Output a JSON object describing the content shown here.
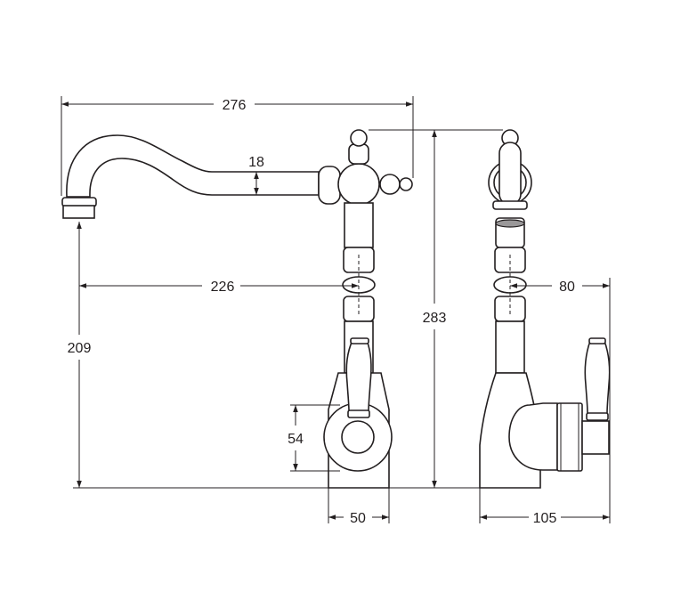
{
  "diagram": {
    "line_color": "#231f20",
    "background": "#ffffff",
    "views": [
      "front-view",
      "side-view"
    ],
    "dimensions": {
      "overall_width": "276",
      "spout_thickness": "18",
      "spout_reach": "226",
      "overall_height": "283",
      "spout_height": "209",
      "base_height": "54",
      "base_width": "50",
      "side_depth": "105",
      "handle_offset": "80"
    }
  }
}
